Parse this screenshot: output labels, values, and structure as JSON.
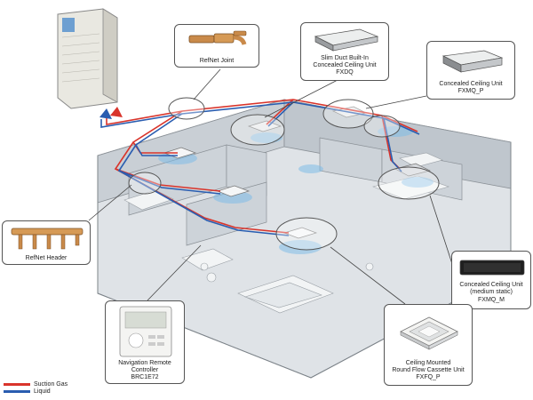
{
  "colors": {
    "suction_gas": "#d9342b",
    "liquid": "#2a5db0",
    "floor": "#d9dee3",
    "walls": "#c3cad1",
    "airflow": "#7fbde8"
  },
  "callouts": {
    "refnet_joint": {
      "label": "RefNet Joint"
    },
    "slim_duct": {
      "line1": "Slim Duct Built-In",
      "line2": "Concealed Ceiling Unit",
      "line3": "FXDQ"
    },
    "concealed_ceiling": {
      "line1": "Concealed Ceiling Unit",
      "line2": "FXMQ_P"
    },
    "refnet_header": {
      "label": "RefNet Header"
    },
    "concealed_medium": {
      "line1": "Concealed Ceiling Unit",
      "line2": "(medium static)",
      "line3": "FXMQ_M"
    },
    "remote": {
      "line1": "Navigation Remote",
      "line2": "Controller",
      "line3": "BRC1E72"
    },
    "cassette": {
      "line1": "Ceiling Mounted",
      "line2": "Round Flow Cassette Unit",
      "line3": "FXFQ_P"
    }
  },
  "legend": {
    "suction_gas": "Suction Gas",
    "liquid": "Liquid"
  }
}
